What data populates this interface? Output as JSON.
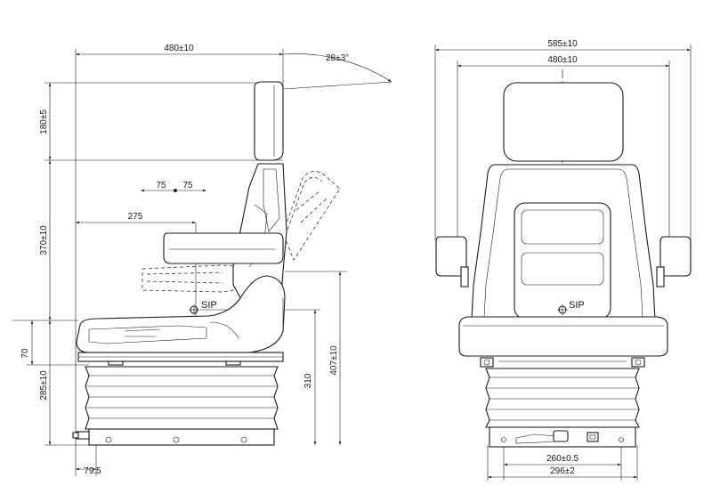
{
  "side_view": {
    "dimensions": {
      "total_depth": "480±10",
      "recline_angle": "28±3°",
      "headrest_height": "180±5",
      "backrest_height": "370±10",
      "armrest_offset": "275",
      "sip_offset_left": "75",
      "sip_offset_right": "75",
      "suspension_travel": "70",
      "base_height": "285±10",
      "pivot_height": "310",
      "armrest_height": "407±10",
      "handle_offset": "79.5"
    },
    "sip_label": "SIP"
  },
  "front_view": {
    "dimensions": {
      "overall_width": "585±10",
      "seat_width": "480±10",
      "mount_spacing": "260±0.5",
      "base_width": "296±2"
    },
    "sip_label": "SIP"
  }
}
